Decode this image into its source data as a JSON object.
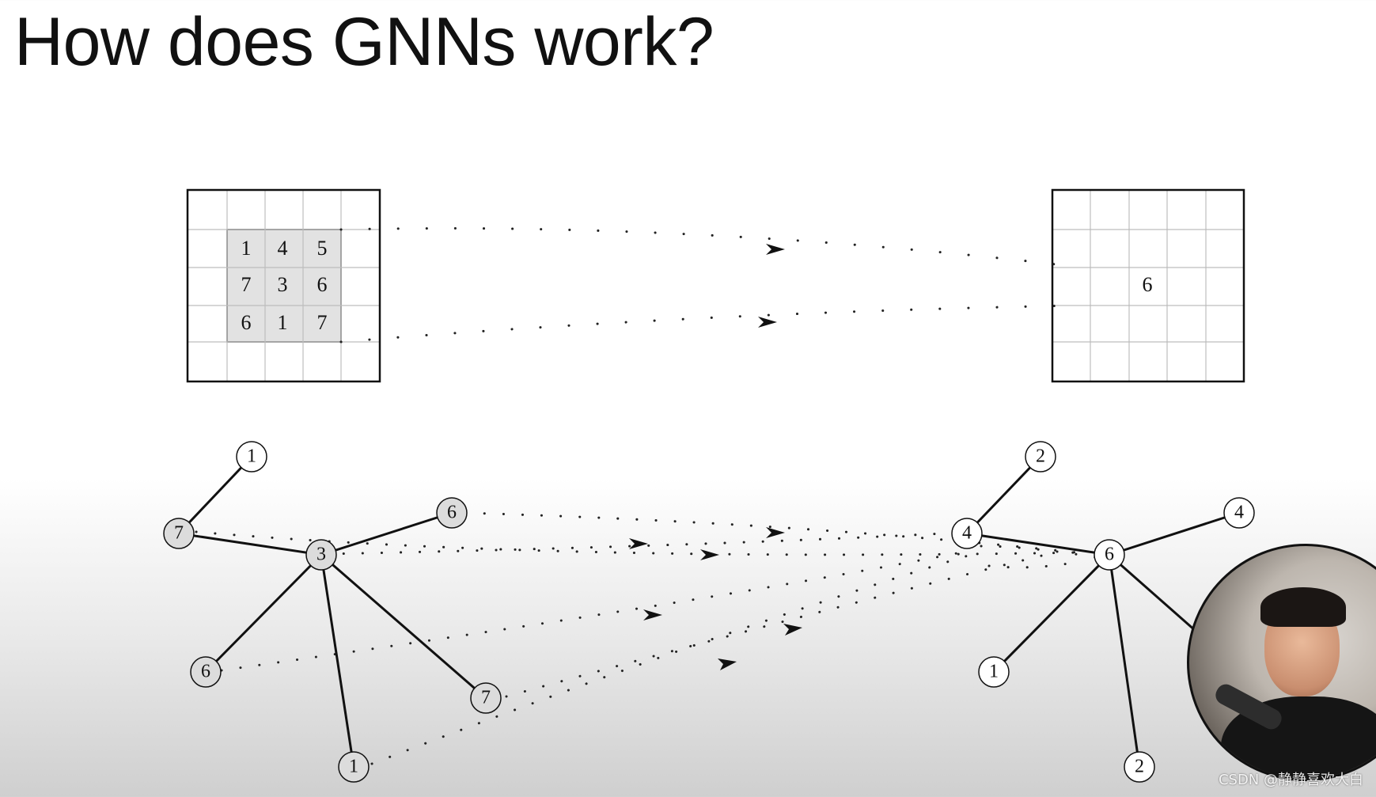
{
  "slide": {
    "title": "How does GNNs work?"
  },
  "image_grid": {
    "input_kernel_values": [
      "1",
      "4",
      "5",
      "7",
      "3",
      "6",
      "6",
      "1",
      "7"
    ],
    "output_value": "6"
  },
  "graph_input": {
    "nodes": [
      {
        "id": "center",
        "label": "3",
        "shaded": true
      },
      {
        "id": "n7",
        "label": "7",
        "shaded": true
      },
      {
        "id": "n1-top",
        "label": "1",
        "shaded": false
      },
      {
        "id": "n6-top",
        "label": "6",
        "shaded": true
      },
      {
        "id": "n6-bottom",
        "label": "6",
        "shaded": true
      },
      {
        "id": "n7-bottom",
        "label": "7",
        "shaded": true
      },
      {
        "id": "n1-bottom",
        "label": "1",
        "shaded": true
      }
    ]
  },
  "graph_output": {
    "nodes": [
      {
        "id": "center",
        "label": "6",
        "shaded": false
      },
      {
        "id": "n4-left",
        "label": "4",
        "shaded": false
      },
      {
        "id": "n2-top",
        "label": "2",
        "shaded": false
      },
      {
        "id": "n4-right",
        "label": "4",
        "shaded": false
      },
      {
        "id": "n1-bottom",
        "label": "1",
        "shaded": false
      },
      {
        "id": "n2-bottom",
        "label": "2",
        "shaded": false
      }
    ]
  },
  "overlay": {
    "watermark": "CSDN @静静喜欢大白"
  },
  "colors": {
    "line": "#111111",
    "shaded_fill": "#e2e2e2",
    "node_fill_shaded": "#dcdcdc",
    "node_fill_plain": "#ffffff"
  }
}
